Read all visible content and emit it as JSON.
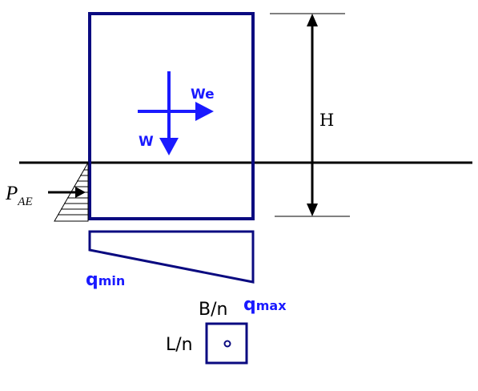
{
  "diagram": {
    "labels": {
      "We": "We",
      "W": "W",
      "H": "H",
      "PAE_main": "P",
      "PAE_sub": "AE",
      "q_min_main": "q",
      "q_min_sub": "min",
      "q_max_main": "q",
      "q_max_sub": "max",
      "B_over_n": "B/n",
      "L_over_n": "L/n"
    },
    "colors": {
      "outline": "#0a0a80",
      "accent": "#1a1aff",
      "line": "#000000"
    }
  }
}
